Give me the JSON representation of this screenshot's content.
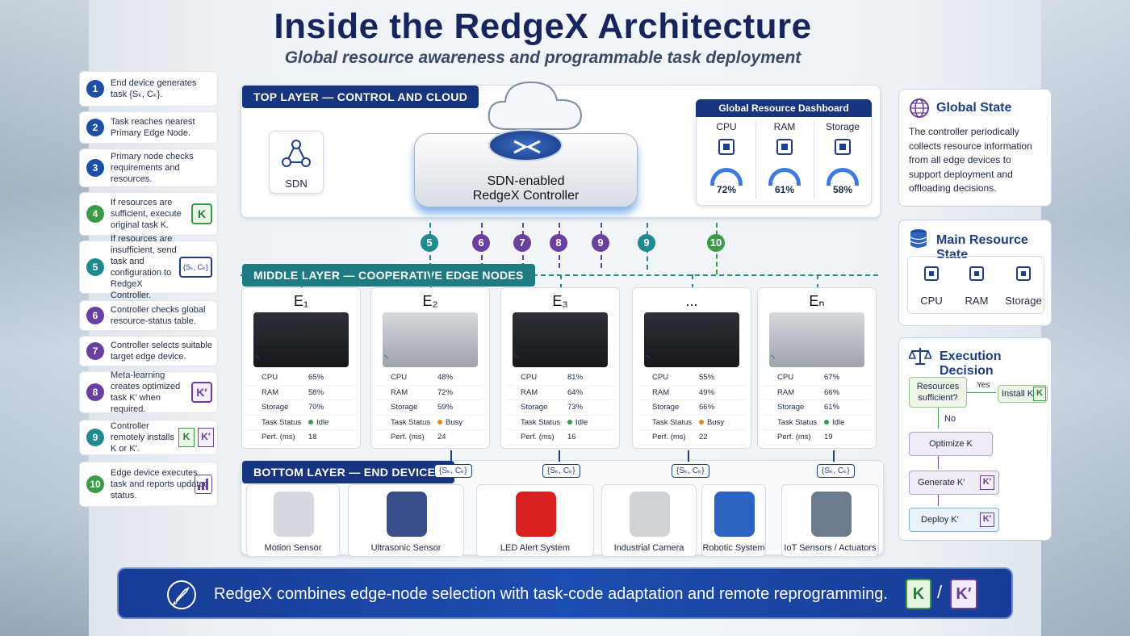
{
  "title": "Inside the RedgeX Architecture",
  "subtitle": "Global resource awareness and programmable task deployment",
  "steps": [
    {
      "n": "1",
      "text": "End device generates task {Sₖ, Cₖ}.",
      "color": "#1d4fa8",
      "badge": ""
    },
    {
      "n": "2",
      "text": "Task reaches nearest Primary Edge Node.",
      "color": "#1d4fa8",
      "badge": ""
    },
    {
      "n": "3",
      "text": "Primary node checks requirements and resources.",
      "color": "#1d4fa8",
      "badge": ""
    },
    {
      "n": "4",
      "text": "If resources are sufficient, execute original task K.",
      "color": "#3a9a48",
      "badge": "K"
    },
    {
      "n": "5",
      "text": "If resources are insufficient, send task and configuration to RedgeX Controller.",
      "color": "#1f8a8f",
      "badge": "{Sₖ, Cₖ}"
    },
    {
      "n": "6",
      "text": "Controller checks global resource-status table.",
      "color": "#6b3fa0",
      "badge": ""
    },
    {
      "n": "7",
      "text": "Controller selects suitable target edge device.",
      "color": "#6b3fa0",
      "badge": ""
    },
    {
      "n": "8",
      "text": "Meta-learning creates optimized task K′ when required.",
      "color": "#6b3fa0",
      "badge": "K′"
    },
    {
      "n": "9",
      "text": "Controller remotely installs K or K′.",
      "color": "#1f8a8f",
      "badge": "K K′"
    },
    {
      "n": "10",
      "text": "Edge device executes task and reports updated status.",
      "color": "#3a9a48",
      "badge": ""
    }
  ],
  "top_layer": {
    "label": "TOP LAYER — CONTROL AND CLOUD",
    "sdn": "SDN",
    "controller_line1": "SDN-enabled",
    "controller_line2": "RedgeX Controller"
  },
  "dashboard": {
    "title": "Global Resource Dashboard",
    "items": [
      {
        "name": "CPU",
        "value": "72%"
      },
      {
        "name": "RAM",
        "value": "61%"
      },
      {
        "name": "Storage",
        "value": "58%"
      }
    ]
  },
  "flow_numbers": [
    {
      "n": "5",
      "color": "#1f8a8f"
    },
    {
      "n": "6",
      "color": "#6b3fa0"
    },
    {
      "n": "7",
      "color": "#6b3fa0"
    },
    {
      "n": "8",
      "color": "#6b3fa0"
    },
    {
      "n": "9",
      "color": "#6b3fa0"
    },
    {
      "n": "9",
      "color": "#1f8a8f"
    },
    {
      "n": "10",
      "color": "#3a9a48"
    }
  ],
  "middle_layer": {
    "label": "MIDDLE LAYER — COOPERATIVE EDGE NODES"
  },
  "row_labels": [
    "CPU",
    "RAM",
    "Storage",
    "Task Status",
    "Perf. (ms)"
  ],
  "nodes": [
    {
      "name": "E₁",
      "cpu": "65%",
      "ram": "58%",
      "storage": "70%",
      "status": "Idle",
      "status_color": "#3a9a48",
      "perf": "18"
    },
    {
      "name": "E₂",
      "cpu": "48%",
      "ram": "72%",
      "storage": "59%",
      "status": "Busy",
      "status_color": "#e08a1c",
      "perf": "24"
    },
    {
      "name": "E₃",
      "cpu": "81%",
      "ram": "64%",
      "storage": "73%",
      "status": "Idle",
      "status_color": "#3a9a48",
      "perf": "16"
    },
    {
      "name": "...",
      "cpu": "55%",
      "ram": "49%",
      "storage": "66%",
      "status": "Busy",
      "status_color": "#e08a1c",
      "perf": "22"
    },
    {
      "name": "Eₙ",
      "cpu": "67%",
      "ram": "66%",
      "storage": "61%",
      "status": "Idle",
      "status_color": "#3a9a48",
      "perf": "19"
    }
  ],
  "bottom_layer": {
    "label": "BOTTOM LAYER — END DEVICES",
    "task_tag": "{Sₖ, Cₖ}"
  },
  "end_devices": [
    "Motion Sensor",
    "Ultrasonic Sensor",
    "LED Alert System",
    "Industrial Camera",
    "Robotic System",
    "IoT Sensors / Actuators"
  ],
  "global_state": {
    "title": "Global State",
    "text": "The controller periodically collects resource information from all edge devices to support deployment and offloading decisions."
  },
  "main_resource": {
    "title": "Main Resource State",
    "items": [
      "CPU",
      "RAM",
      "Storage"
    ]
  },
  "decision": {
    "title": "Execution Decision",
    "question": "Resources sufficient?",
    "yes": "Yes",
    "no": "No",
    "install": "Install K",
    "optimize": "Optimize K",
    "generate": "Generate K′",
    "deploy": "Deploy K′",
    "k": "K",
    "kp": "K′"
  },
  "footer": {
    "text": "RedgeX combines edge-node selection with task-code adaptation and remote reprogramming.",
    "k": "K",
    "sep": "/",
    "kp": "K′"
  }
}
